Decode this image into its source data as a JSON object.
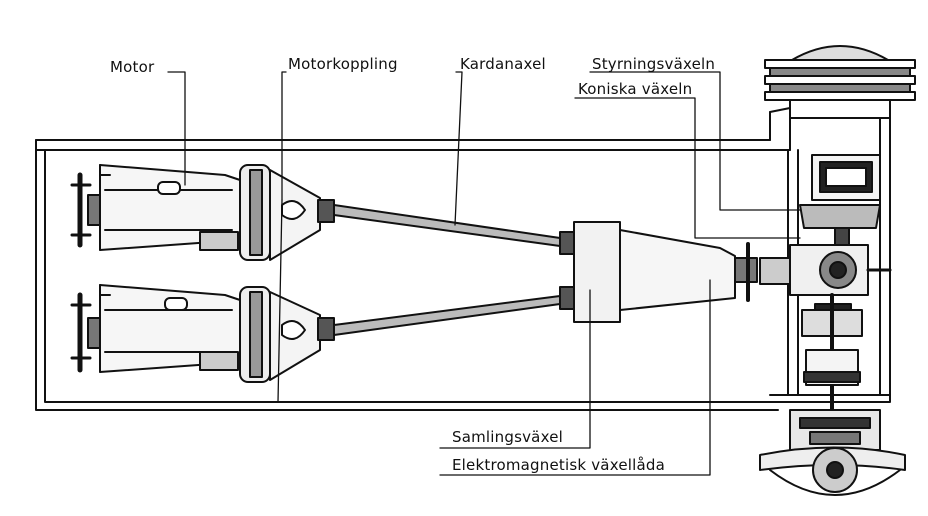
{
  "labels": {
    "motor": "Motor",
    "motorkoppling": "Motorkoppling",
    "kardanaxel": "Kardanaxel",
    "styrningsvaxeln": "Styrningsväxeln",
    "koniska_vaxeln": "Koniska växeln",
    "samlingsvaxel": "Samlingsväxel",
    "elektromagnetisk_vaxellada": "Elektromagnetisk växellåda"
  },
  "colors": {
    "ink": "#111111",
    "paper": "#ffffff",
    "shade": "#555555"
  }
}
